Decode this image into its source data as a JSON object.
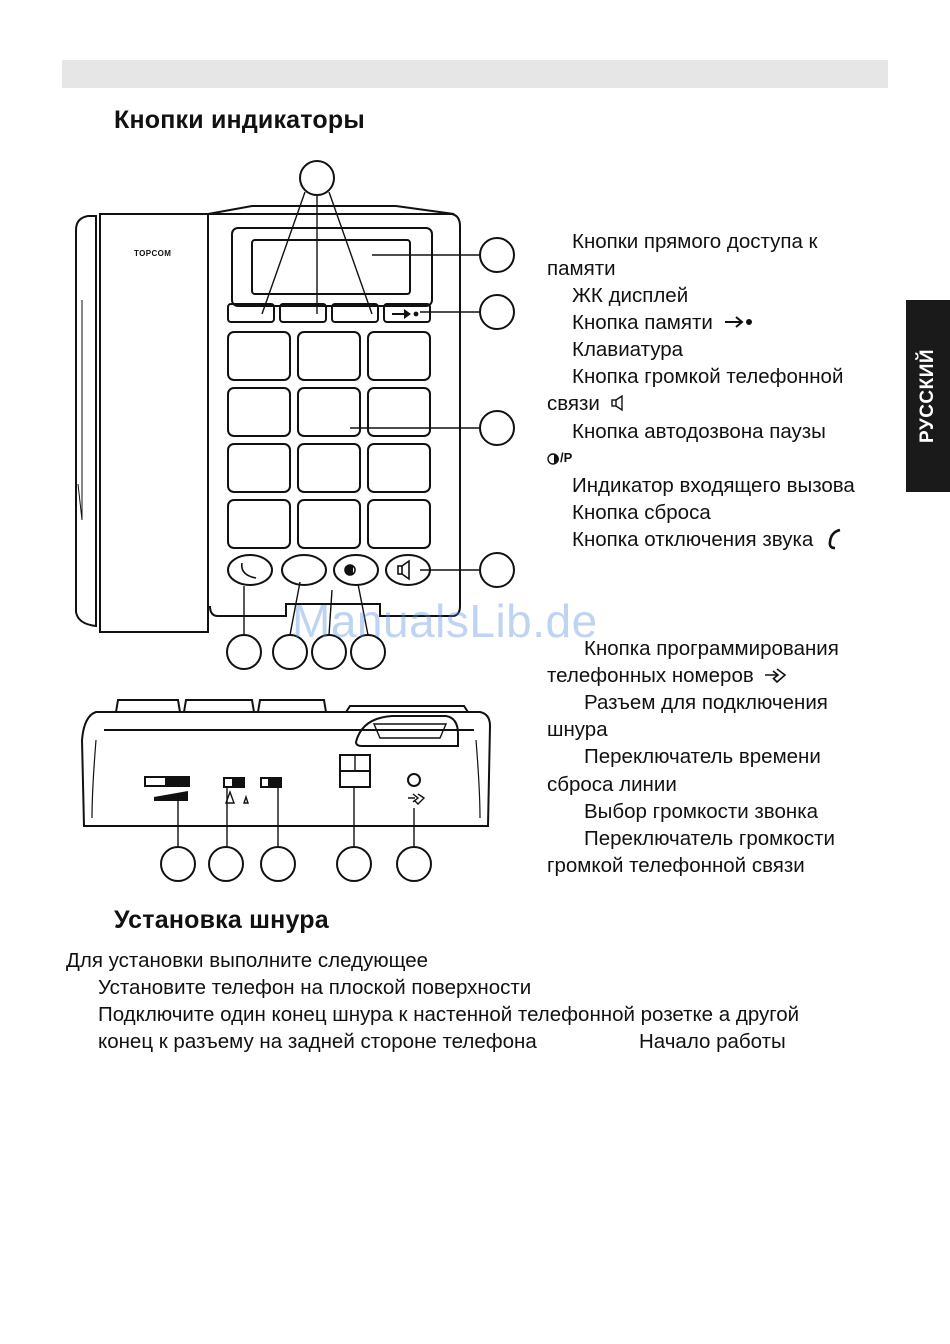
{
  "header": {
    "section_title": "Кнопки индикаторы"
  },
  "side_tab": {
    "label": "РУССКИЙ"
  },
  "diagram": {
    "brand_label": "TOPCOM"
  },
  "legend": {
    "l1a": "Кнопки прямого доступа к",
    "l1b": "памяти",
    "l2": "ЖК дисплей",
    "l3": "Кнопка памяти",
    "l4": "Клавиатура",
    "l5a": "Кнопка громкой телефонной",
    "l5b": "связи",
    "l6": "Кнопка автодозвона паузы",
    "l6b": "/P",
    "l7": "Индикатор входящего вызова",
    "l8": "Кнопка сброса",
    "l9": "Кнопка отключения звука",
    "l10a": "Кнопка программирования",
    "l10b": "телефонных номеров",
    "l11a": "Разъем для подключения",
    "l11b": "шнура",
    "l12a": "Переключатель времени",
    "l12b": "сброса линии",
    "l13": "Выбор громкости звонка",
    "l14a": "Переключатель громкости",
    "l14b": "громкой телефонной связи"
  },
  "install": {
    "title": "Установка шнура",
    "line1": "Для установки выполните следующее",
    "line2": "Установите телефон на плоской поверхности",
    "line3": "Подключите один конец шнура к настенной телефонной розетке  а другой",
    "line4": "конец к разъему на задней стороне телефона",
    "line4b": "Начало работы"
  },
  "watermark": "ManualsLib.de"
}
